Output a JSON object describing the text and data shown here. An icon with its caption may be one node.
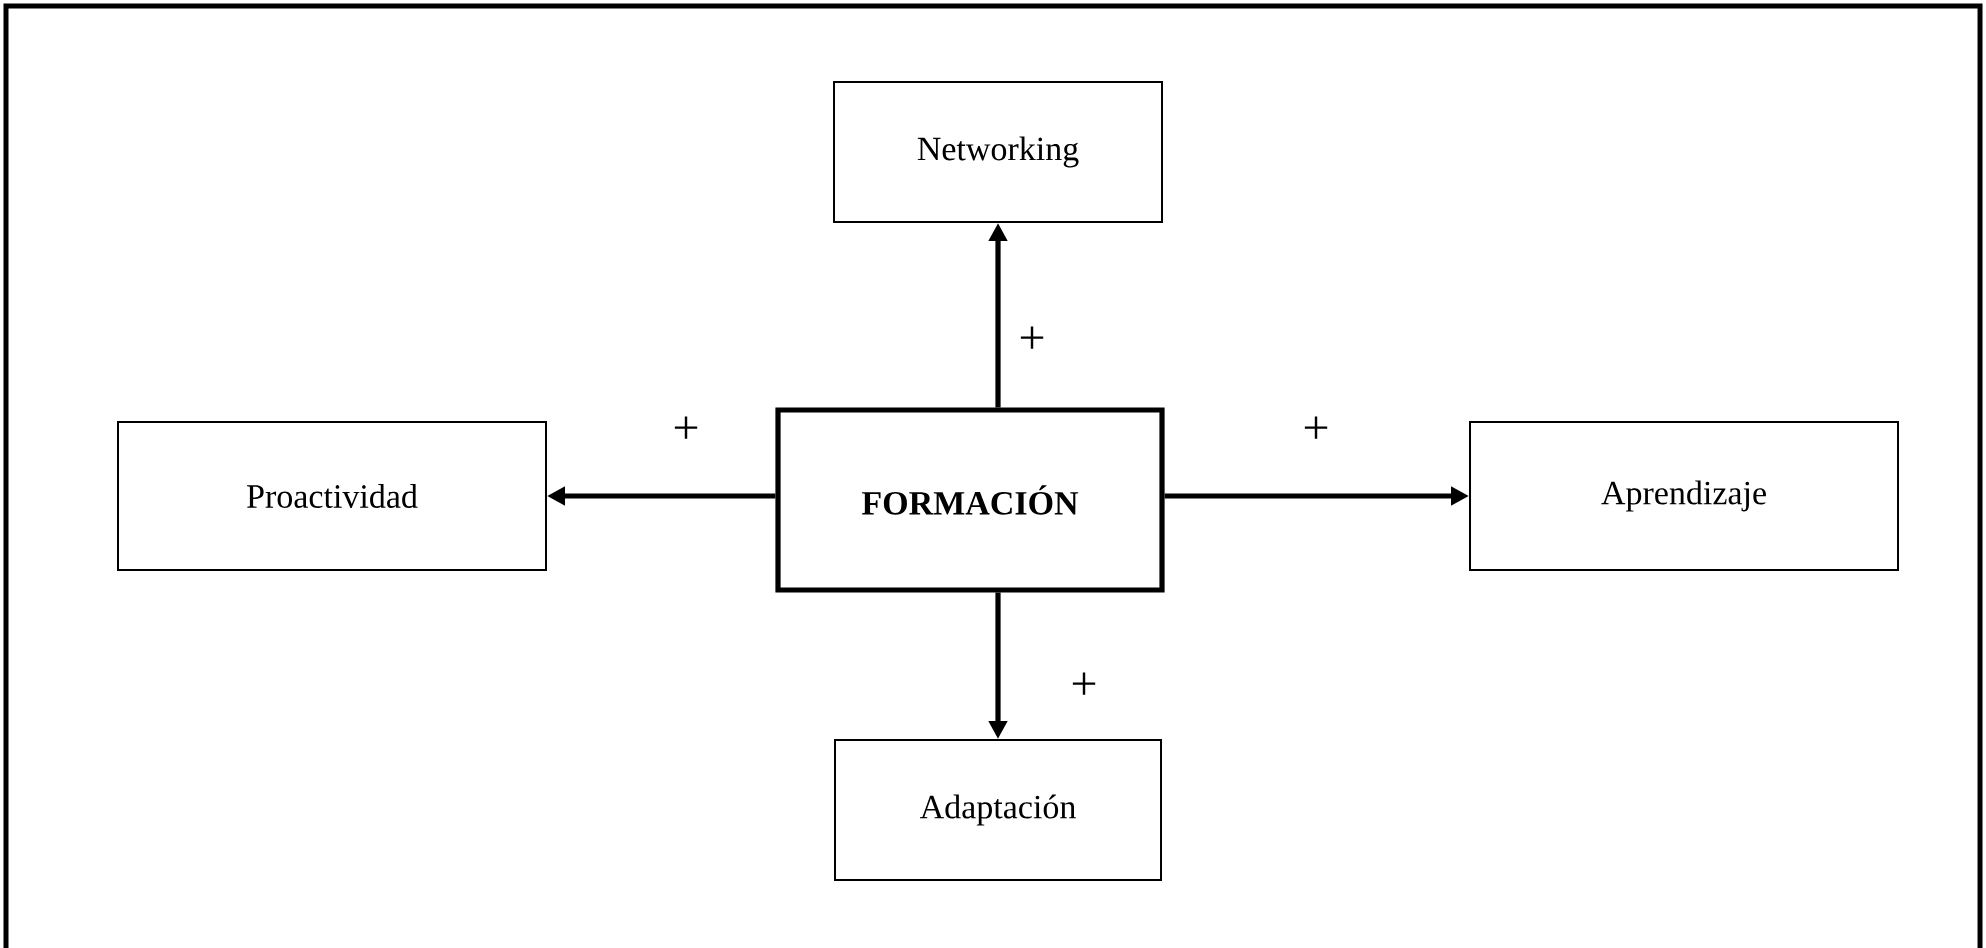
{
  "diagram": {
    "nodes": [
      {
        "text": [
          "FORMACIÓN"
        ]
      },
      {
        "text": [
          "Networking"
        ]
      },
      {
        "text": [
          "Proactividad"
        ]
      },
      {
        "text": [
          "Aprendizaje"
        ]
      },
      {
        "text": [
          "Adaptación"
        ]
      }
    ],
    "edges": [
      {
        "from": 0,
        "to": 1,
        "arrow": "to",
        "label": "+"
      },
      {
        "from": 0,
        "to": 2,
        "arrow": "to",
        "label": "+"
      },
      {
        "from": 0,
        "to": 3,
        "arrow": "to",
        "label": "+"
      },
      {
        "from": 0,
        "to": 4,
        "arrow": "to",
        "label": "+"
      }
    ]
  }
}
